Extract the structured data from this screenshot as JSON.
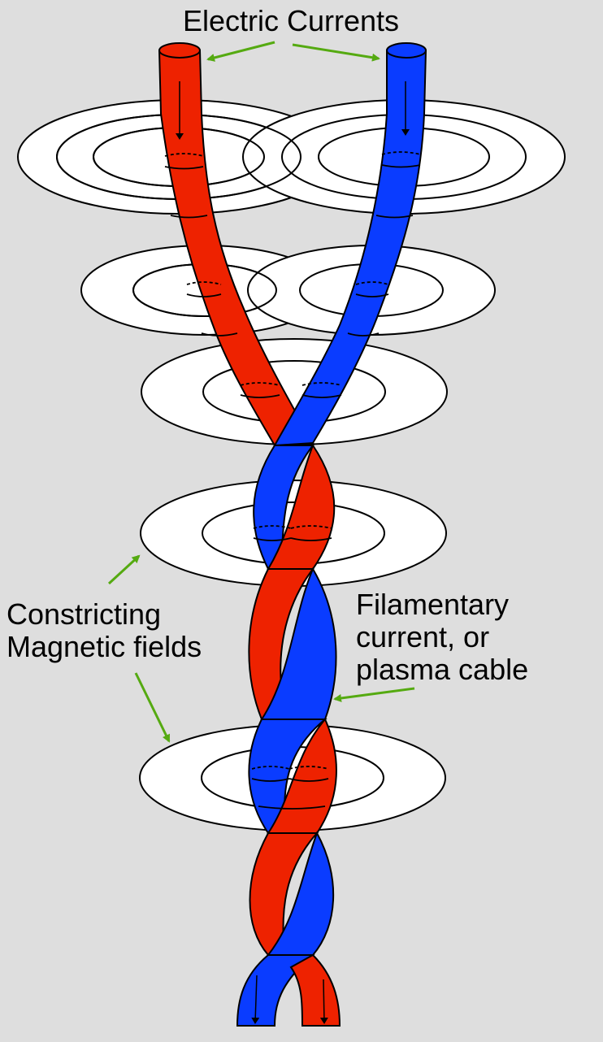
{
  "labels": {
    "electric_currents": "Electric Currents",
    "constricting_line1": "Constricting",
    "constricting_line2": "Magnetic fields",
    "filamentary_line1": "Filamentary",
    "filamentary_line2": "current, or",
    "filamentary_line3": "plasma cable"
  },
  "colors": {
    "background": "#dedede",
    "red_filament": "#ee2200",
    "blue_filament": "#0a3cff",
    "field_ring_fill": "#ffffff",
    "outline": "#000000",
    "arrow": "#55aa11"
  }
}
